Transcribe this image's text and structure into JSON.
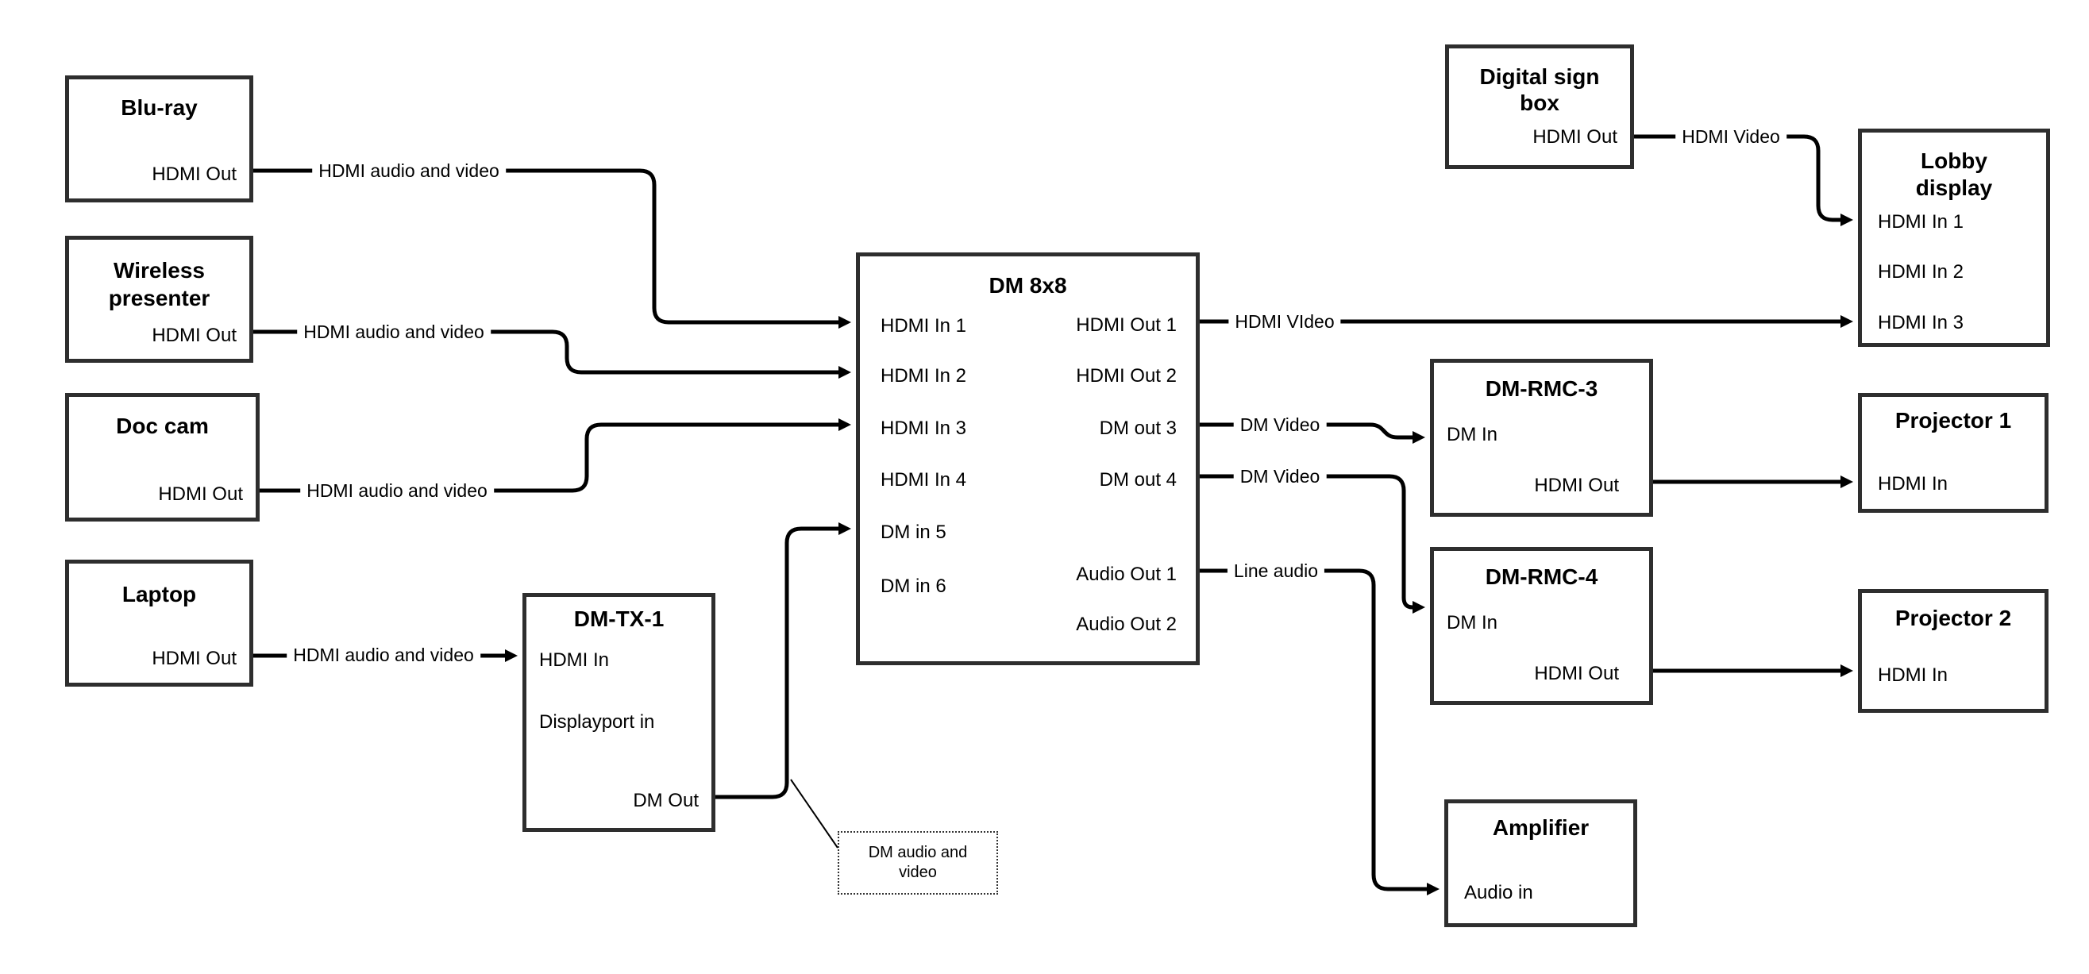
{
  "diagram": {
    "background": "#ffffff",
    "line_color": "#000000",
    "box_border_color": "#2e2e2e",
    "nodes": {
      "bluray": {
        "title": "Blu-ray",
        "ports": {
          "hdmi_out": "HDMI Out"
        }
      },
      "wireless_presenter": {
        "title": "Wireless presenter",
        "ports": {
          "hdmi_out": "HDMI Out"
        }
      },
      "doc_cam": {
        "title": "Doc cam",
        "ports": {
          "hdmi_out": "HDMI Out"
        }
      },
      "laptop": {
        "title": "Laptop",
        "ports": {
          "hdmi_out": "HDMI Out"
        }
      },
      "dm_tx_1": {
        "title": "DM-TX-1",
        "ports": {
          "hdmi_in": "HDMI In",
          "displayport_in": "Displayport in",
          "dm_out": "DM Out"
        }
      },
      "dm_8x8": {
        "title": "DM 8x8",
        "ports": {
          "hdmi_in_1": "HDMI In 1",
          "hdmi_in_2": "HDMI In 2",
          "hdmi_in_3": "HDMI In 3",
          "hdmi_in_4": "HDMI In 4",
          "dm_in_5": "DM in 5",
          "dm_in_6": "DM in 6",
          "hdmi_out_1": "HDMI Out 1",
          "hdmi_out_2": "HDMI Out 2",
          "dm_out_3": "DM out 3",
          "dm_out_4": "DM out 4",
          "audio_out_1": "Audio Out 1",
          "audio_out_2": "Audio Out 2"
        }
      },
      "digital_sign_box": {
        "title": "Digital sign box",
        "ports": {
          "hdmi_out": "HDMI Out"
        }
      },
      "lobby_display": {
        "title": "Lobby display",
        "ports": {
          "hdmi_in_1": "HDMI In 1",
          "hdmi_in_2": "HDMI In 2",
          "hdmi_in_3": "HDMI In 3"
        }
      },
      "dm_rmc_3": {
        "title": "DM-RMC-3",
        "ports": {
          "dm_in": "DM In",
          "hdmi_out": "HDMI Out"
        }
      },
      "projector_1": {
        "title": "Projector 1",
        "ports": {
          "hdmi_in": "HDMI In"
        }
      },
      "dm_rmc_4": {
        "title": "DM-RMC-4",
        "ports": {
          "dm_in": "DM In",
          "hdmi_out": "HDMI Out"
        }
      },
      "projector_2": {
        "title": "Projector 2",
        "ports": {
          "hdmi_in": "HDMI In"
        }
      },
      "amplifier": {
        "title": "Amplifier",
        "ports": {
          "audio_in": "Audio in"
        }
      }
    },
    "edge_labels": {
      "bluray_to_dm8x8": "HDMI audio and video",
      "wireless_to_dm8x8": "HDMI audio and video",
      "doccam_to_dm8x8": "HDMI audio and video",
      "laptop_to_dmtx1": "HDMI audio and video",
      "hdmi_out1_to_lobby": "HDMI VIdeo",
      "dm_out3_to_rmc3": "DM Video",
      "dm_out4_to_rmc4": "DM Video",
      "audio_out1_to_amplifier": "Line audio",
      "digital_sign_to_lobby": "HDMI Video"
    },
    "callout": {
      "text": "DM audio and video"
    }
  }
}
